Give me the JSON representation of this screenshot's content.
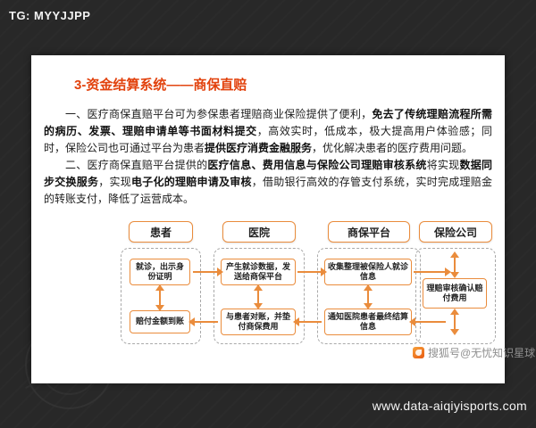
{
  "page": {
    "tag": "TG: MYYJJPP",
    "url": "www.data-aiqiyisports.com",
    "watermark": "搜狐号@无忧知识星球"
  },
  "slide": {
    "title": "3-资金结算系统——商保直赔",
    "para1": {
      "s0": "一、医疗商保直赔平台可为参保患者理赔商业保险提供了便利，",
      "s1": "免去了传统理赔流程所需的病历、发票、理赔申请单等书面材料提交",
      "s2": "，高效实时，低成本，极大提高用户体验感；同时，保险公司也可通过平台为患者",
      "s3": "提供医疗消费金融服务",
      "s4": "，优化解决患者的医疗费用问题。"
    },
    "para2": {
      "s0": "二、医疗商保直赔平台提供的",
      "s1": "医疗信息、费用信息与保险公司理赔审核系统",
      "s2": "将实现",
      "s3": "数据同步交换服务",
      "s4": "，实现",
      "s5": "电子化的理赔申请及审核",
      "s6": "，借助银行高效的存管支付系统，实时完成理赔金的转账支付，降低了运营成本。"
    }
  },
  "flow": {
    "patient": {
      "header": "患者",
      "box1": "就诊，出示身份证明",
      "box2": "赔付金额到账"
    },
    "hospital": {
      "header": "医院",
      "box1": "产生就诊数据，发送给商保平台",
      "box2": "与患者对账，并垫付商保费用"
    },
    "platform": {
      "header": "商保平台",
      "box1": "收集整理被保险人就诊信息",
      "box2": "通知医院患者最终结算信息"
    },
    "insurer": {
      "header": "保险公司",
      "box1": "理赔审核确认赔付费用"
    }
  },
  "colors": {
    "accent_orange": "#ea8c3c",
    "title_red": "#e2420d",
    "bg_dark": "#282828",
    "slide_bg": "#ffffff"
  }
}
